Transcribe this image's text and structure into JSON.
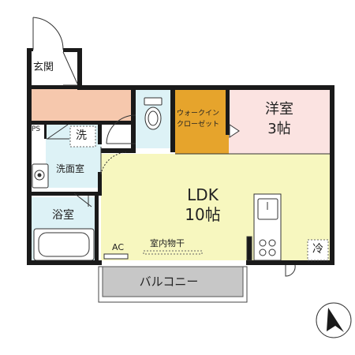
{
  "rooms": {
    "entrance": "玄関",
    "washroom": "洗面室",
    "bathroom": "浴室",
    "walk_in_closet_line1": "ウォークイン",
    "walk_in_closet_line2": "クローゼット",
    "western_room_name": "洋室",
    "western_room_size": "3帖",
    "ldk_name": "LDK",
    "ldk_size": "10帖",
    "balcony": "バルコニー"
  },
  "fixtures": {
    "pipe_space": "PS",
    "washing_machine": "洗",
    "refrigerator": "冷",
    "air_conditioner": "AC",
    "indoor_drying": "室内物干"
  },
  "colors": {
    "ldk": "#f7f7bf",
    "western_room": "#fbe3e1",
    "entrance_hall": "#f6c8ad",
    "closet": "#e6a42c",
    "wet_area": "#ddf2f6",
    "balcony": "#c7c7c7",
    "wall": "#1a1a1a"
  },
  "icons": [
    "north-arrow-icon",
    "toilet-icon",
    "bathtub-icon",
    "sink-icon",
    "stove-icon"
  ]
}
